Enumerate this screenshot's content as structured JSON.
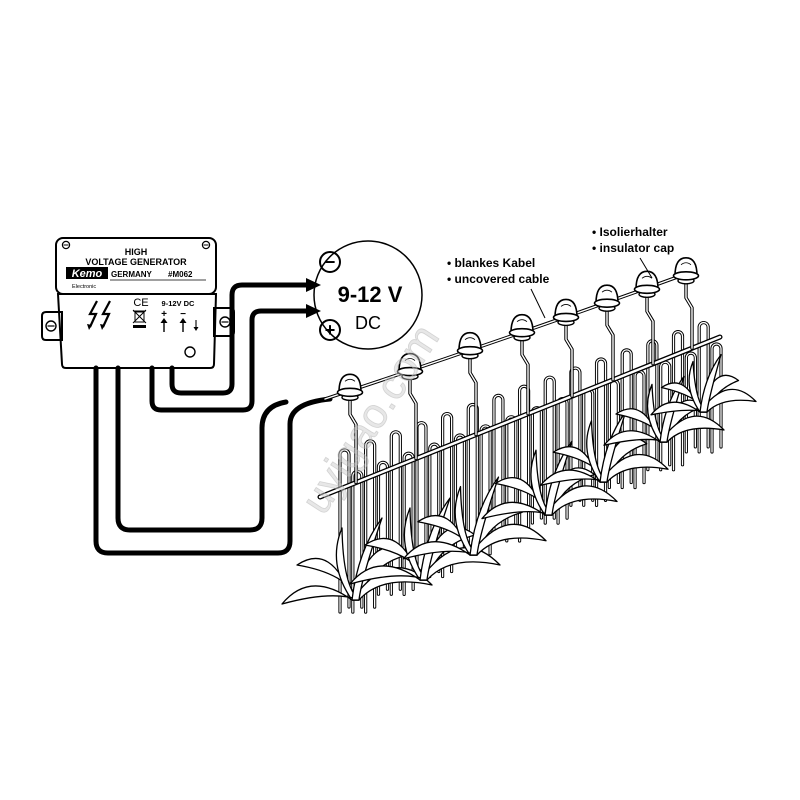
{
  "device": {
    "title_line1": "HIGH",
    "title_line2": "VOLTAGE GENERATOR",
    "brand": "Kemo",
    "country": "GERMANY",
    "model": "#M062",
    "brand_sub": "Electronic",
    "ce_mark": "CE",
    "input_rating": "9-12V DC",
    "terminal_plus": "+",
    "terminal_minus": "−"
  },
  "supply": {
    "minus_symbol": "−",
    "plus_symbol": "+",
    "voltage": "9-12 V",
    "current_type": "DC"
  },
  "labels": {
    "cable_de": "• blankes Kabel",
    "cable_en": "• uncovered cable",
    "insulator_de": "• Isolierhalter",
    "insulator_en": "• insulator cap"
  },
  "watermark": "uyigao.com",
  "icons": {
    "voltage_symbol": "high-voltage-icon",
    "disposal_symbol": "weee-bin-icon",
    "terminal_arrow": "arrow-up-icon",
    "supply_arrow": "arrow-right-icon",
    "mount": "screw-icon"
  },
  "colors": {
    "ink": "#000000",
    "paper": "#ffffff",
    "watermark": "#c9c9c9"
  }
}
